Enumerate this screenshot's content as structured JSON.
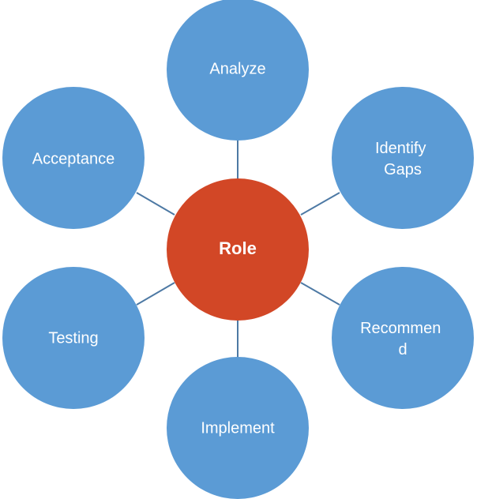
{
  "diagram": {
    "center": {
      "label": "Role",
      "color": "#d24726"
    },
    "satellite_color": "#5b9bd5",
    "connector_color": "#4d79a4",
    "nodes": [
      {
        "label": "Analyze"
      },
      {
        "label": "Identify Gaps",
        "lines": [
          "Identify",
          "Gaps"
        ]
      },
      {
        "label": "Recommend",
        "lines": [
          "Recommen",
          "d"
        ]
      },
      {
        "label": "Implement"
      },
      {
        "label": "Testing"
      },
      {
        "label": "Acceptance"
      }
    ]
  }
}
